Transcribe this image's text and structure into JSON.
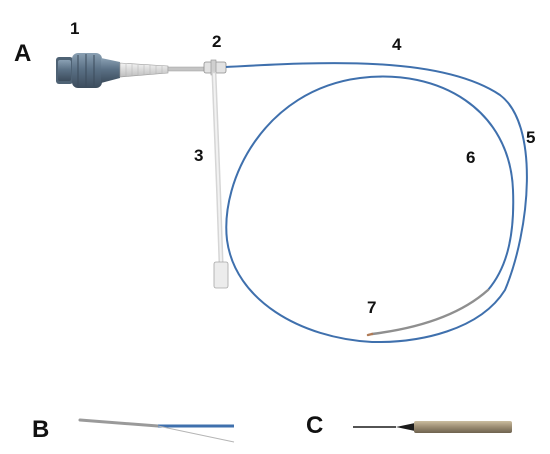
{
  "panels": {
    "a": "A",
    "b": "B",
    "c": "C"
  },
  "callouts": [
    "1",
    "2",
    "3",
    "4",
    "5",
    "6",
    "7"
  ],
  "colors": {
    "hub_body": "#5b7186",
    "hub_highlight": "#8aa0b3",
    "catheter_blue": "#3f70ad",
    "guidewire_gray": "#8f8f8f",
    "side_tube": "#e6e6e6",
    "stylet_metal": "#9b8c72",
    "tip_black": "#1a1a1a"
  }
}
